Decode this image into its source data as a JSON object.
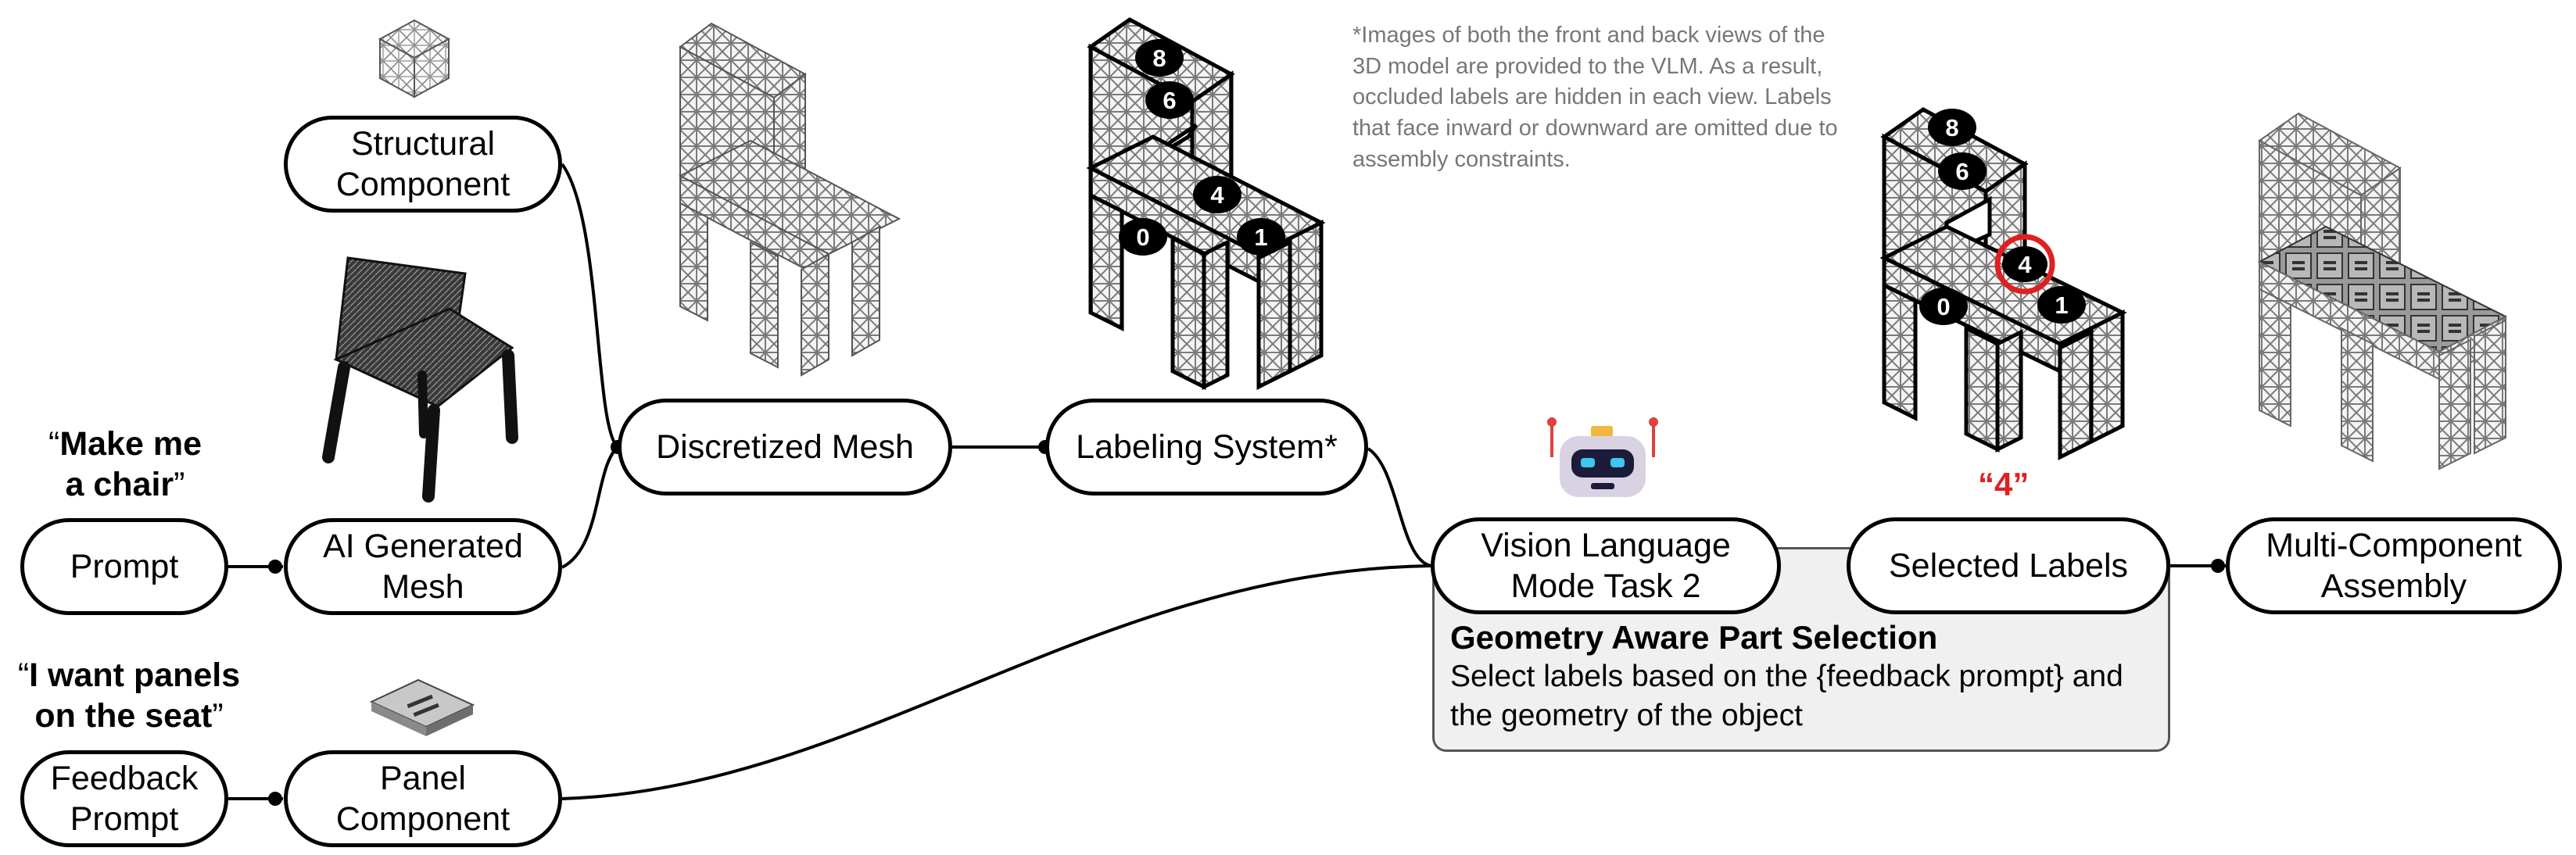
{
  "nodes": {
    "structural": [
      "Structural",
      "Component"
    ],
    "ai_mesh": [
      "AI Generated",
      "Mesh"
    ],
    "prompt": [
      "Prompt"
    ],
    "discretized": [
      "Discretized Mesh"
    ],
    "labeling": [
      "Labeling System*"
    ],
    "vlm": [
      "Vision Language",
      "Mode Task 2"
    ],
    "selected": [
      "Selected Labels"
    ],
    "assembly": [
      "Multi-Component",
      "Assembly"
    ],
    "feedback": [
      "Feedback",
      "Prompt"
    ],
    "panel": [
      "Panel",
      "Component"
    ]
  },
  "quotes": {
    "chair": {
      "open": "“",
      "bold1": "Make me",
      "bold2": "a chair",
      "close": "”"
    },
    "panels": {
      "open": "“",
      "bold1": "I want panels",
      "bold2": "on the seat",
      "close": "”"
    }
  },
  "description": {
    "title": "Geometry Aware Part Selection",
    "body": "Select labels based on the {feedback prompt} and the geometry of the object"
  },
  "note": "*Images of both the front and back views of the 3D model are provided to the VLM. As a result, occluded labels are hidden in each view. Labels that face inward or downward are omitted due to assembly constraints.",
  "labels_view1": [
    "8",
    "6",
    "4",
    "0",
    "1"
  ],
  "labels_view2": [
    "8",
    "6",
    "4",
    "0",
    "1"
  ],
  "selected_value": "“4”",
  "colors": {
    "highlight": "#e02020",
    "box_fill": "#f0f0f0",
    "robot_head": "#d9d2e3",
    "robot_eyes": "#3ec5f0"
  }
}
